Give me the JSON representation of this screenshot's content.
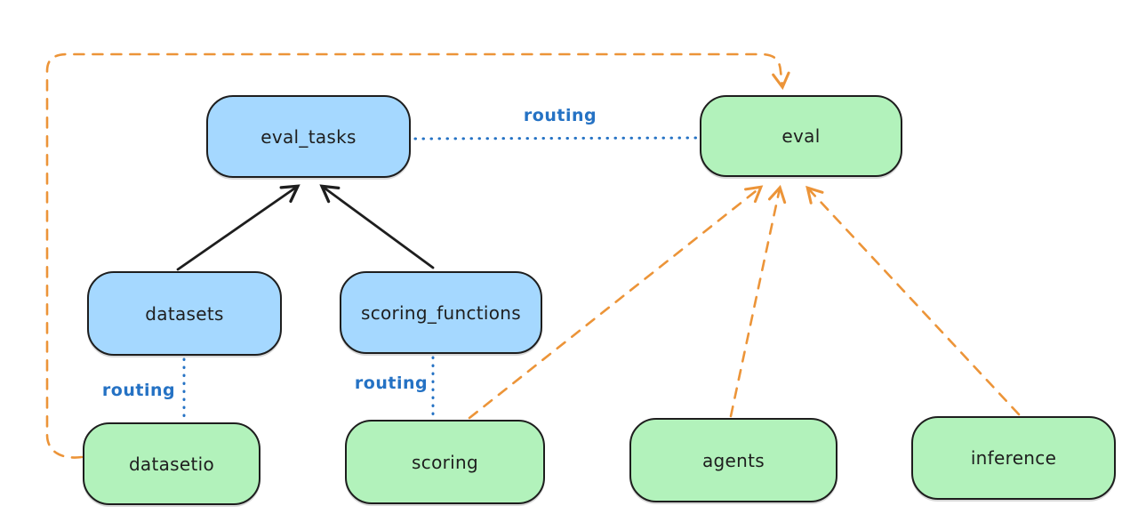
{
  "diagram": {
    "nodes": {
      "eval_tasks": {
        "label": "eval_tasks",
        "color": "blue"
      },
      "eval": {
        "label": "eval",
        "color": "green"
      },
      "datasets": {
        "label": "datasets",
        "color": "blue"
      },
      "scoring_functions": {
        "label": "scoring_functions",
        "color": "blue"
      },
      "datasetio": {
        "label": "datasetio",
        "color": "green"
      },
      "scoring": {
        "label": "scoring",
        "color": "green"
      },
      "agents": {
        "label": "agents",
        "color": "green"
      },
      "inference": {
        "label": "inference",
        "color": "green"
      }
    },
    "edges": [
      {
        "from": "datasets",
        "to": "eval_tasks",
        "style": "solid-arrow",
        "label": ""
      },
      {
        "from": "scoring_functions",
        "to": "eval_tasks",
        "style": "solid-arrow",
        "label": ""
      },
      {
        "from": "eval_tasks",
        "to": "eval",
        "style": "dotted",
        "label": "routing"
      },
      {
        "from": "datasets",
        "to": "datasetio",
        "style": "dotted",
        "label": "routing"
      },
      {
        "from": "scoring_functions",
        "to": "scoring",
        "style": "dotted",
        "label": "routing"
      },
      {
        "from": "datasetio",
        "to": "eval",
        "style": "dashed-arrow",
        "label": ""
      },
      {
        "from": "scoring",
        "to": "eval",
        "style": "dashed-arrow",
        "label": ""
      },
      {
        "from": "agents",
        "to": "eval",
        "style": "dashed-arrow",
        "label": ""
      },
      {
        "from": "inference",
        "to": "eval",
        "style": "dashed-arrow",
        "label": ""
      }
    ],
    "colors": {
      "node_blue_fill": "#a5d8ff",
      "node_green_fill": "#b2f2bb",
      "node_stroke": "#1e1e1e",
      "routing_blue": "#2572c4",
      "dashed_orange": "#ec9438",
      "solid_black": "#1e1e1e",
      "bg": "#ffffff"
    }
  }
}
